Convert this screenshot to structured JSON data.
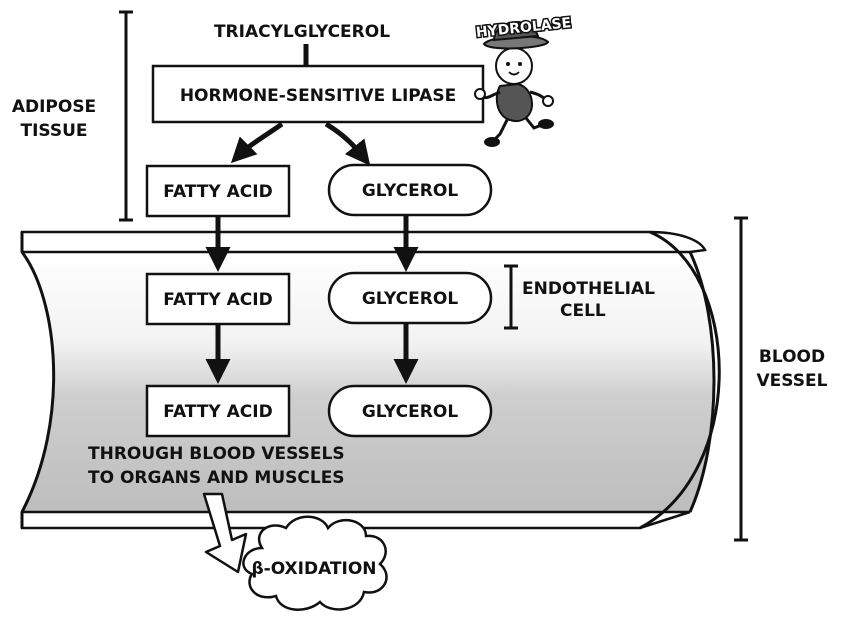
{
  "labels": {
    "triacylglycerol": "TRIACYLGLYCEROL",
    "hydrolase": "HYDROLASE",
    "adipose_tissue_line1": "ADIPOSE",
    "adipose_tissue_line2": "TISSUE",
    "lipase": "HORMONE-SENSITIVE LIPASE",
    "endothelial_line1": "ENDOTHELIAL",
    "endothelial_line2": "CELL",
    "blood_vessel_line1": "BLOOD",
    "blood_vessel_line2": "VESSEL",
    "through_line1": "THROUGH BLOOD VESSELS",
    "through_line2": "TO ORGANS AND MUSCLES",
    "beta_oxidation": "β-OXIDATION"
  },
  "stages": [
    {
      "fatty_acid": "FATTY ACID",
      "glycerol": "GLYCEROL"
    },
    {
      "fatty_acid": "FATTY ACID",
      "glycerol": "GLYCEROL"
    },
    {
      "fatty_acid": "FATTY ACID",
      "glycerol": "GLYCEROL"
    }
  ],
  "colors": {
    "ink": "#111111",
    "vessel_fill": "#c9c9c9",
    "background": "#ffffff"
  }
}
